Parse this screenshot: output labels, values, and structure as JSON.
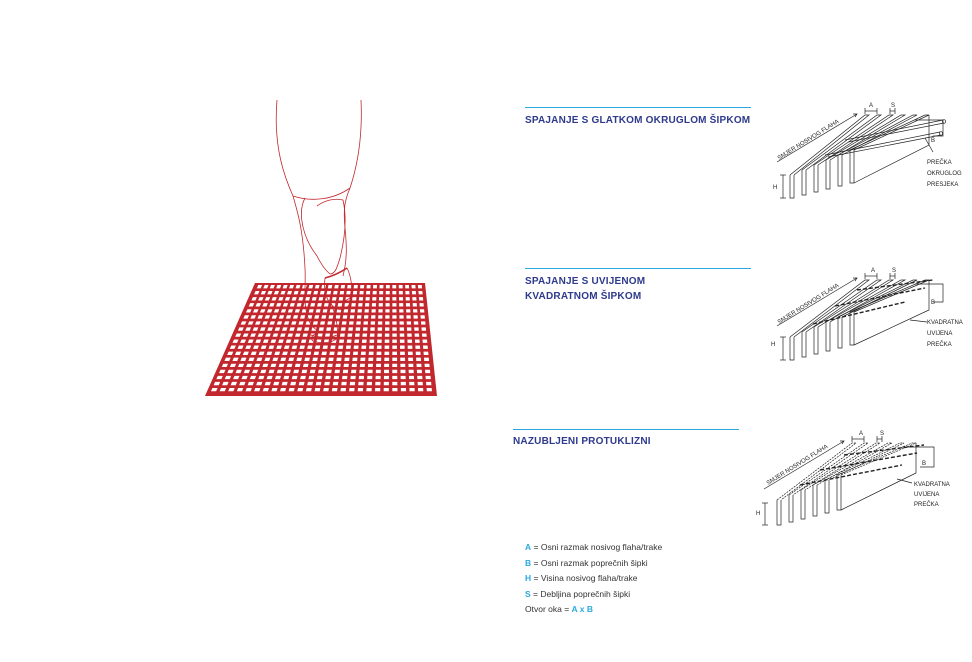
{
  "sections": [
    {
      "title": "SPAJANJE S GLATKOM OKRUGLOM ŠIPKOM",
      "direction_label": "SMJER NOSIVOG FLAHA",
      "callout_lines": [
        "PREČKA",
        "OKRUGLOG",
        "PRESJEKA"
      ]
    },
    {
      "title_line1": "SPAJANJE S UVIJENOM",
      "title_line2": "KVADRATNOM ŠIPKOM",
      "direction_label": "SMJER NOSIVOG FLAHA",
      "callout_lines": [
        "KVADRATNA",
        "UVIJENA",
        "PREČKA"
      ]
    },
    {
      "title": "NAZUBLJENI PROTUKLIZNI",
      "direction_label": "SMJER NOSIVOG FLAHA",
      "callout_lines": [
        "KVADRATNA",
        "UVIJENA",
        "PREČKA"
      ]
    }
  ],
  "dim_labels": {
    "a": "A",
    "s": "S",
    "b": "B",
    "h": "H"
  },
  "legend": [
    {
      "key": "A",
      "text": " = Osni razmak nosivog flaha/trake"
    },
    {
      "key": "B",
      "text": " = Osni razmak poprečnih šipki"
    },
    {
      "key": "H",
      "text": " = Visina nosivog flaha/trake"
    },
    {
      "key": "S",
      "text": " = Debljina poprečnih šipki"
    }
  ],
  "formula": {
    "prefix": "Otvor oka = ",
    "value": "A x B"
  },
  "colors": {
    "accent": "#29a9df",
    "title": "#2e3a8c",
    "grating": "#c1272d"
  }
}
